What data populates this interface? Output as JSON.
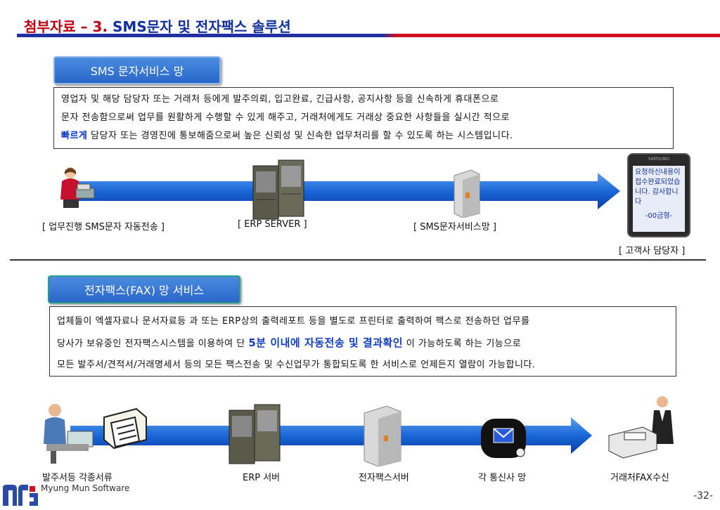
{
  "header": {
    "title_prefix": "첨부자료 – 3.",
    "title_main": " SMS문자 및 전자팩스 솔루션"
  },
  "sms": {
    "label": "SMS 문자서비스 망",
    "line1": "영업자 및 해당 담당자 또는 거래처 등에게 발주의뢰, 입고완료, 긴급사항, 공지사항 등을 신속하게 휴대폰으로",
    "line2": "문자 전송함으로써 업무를 원활하게 수행할 수 있게 해주고, 거래처에게도 거래상 중요한 사항들을 실시간 적으로",
    "line3_highlight": "빠르게",
    "line3_rest": " 담당자 또는 경영진에 통보해줌으로써  높은 신뢰성 및 신속한 업무처리를 할 수 있도록 하는 시스템입니다.",
    "captions": {
      "worker": "[ 업무진행 SMS문자 자동전송 ]",
      "erp": "[ ERP SERVER ]",
      "network": "[ SMS문자서비스망 ]",
      "customer": "[ 고객사 담당자 ]"
    },
    "phone": {
      "brand": "SAMSUNG",
      "message": "요청하신내용이 접수완료되었습니다. 감사합니다",
      "signature": "-00금형-"
    }
  },
  "fax": {
    "label": "전자팩스(FAX) 망 서비스",
    "line1": " 업체들이 엑셀자료나 문서자료등 과  또는 ERP상의 출력레포트 등을 별도로 프린터로 출력하여 팩스로 전송하던 업무를",
    "line2_pre": "당사가 보유중인 전자팩스시스템을 이용하여 단 ",
    "line2_highlight": "5분 이내에 자동전송 및 결과확인",
    "line2_post": " 이 가능하도록 하는 기능으로",
    "line3": "모든 발주서/견적서/거래명세서 등의 모든 팩스전송 및 수신업무가 통합되도록 한 서비스로 언제든지 열람이 가능합니다.",
    "captions": {
      "docs": "발주서등 각종서류",
      "erp": "ERP 서버",
      "faxserver": "전자팩스서버",
      "telecom": "각 통신사 망",
      "receiver": "거래처FAX수신"
    }
  },
  "footer": {
    "company": "Myung Mun Software",
    "page": "-32-"
  },
  "colors": {
    "title_blue": "#1030a0",
    "title_red": "#c00010",
    "arrow_blue": "#1a66d8"
  }
}
